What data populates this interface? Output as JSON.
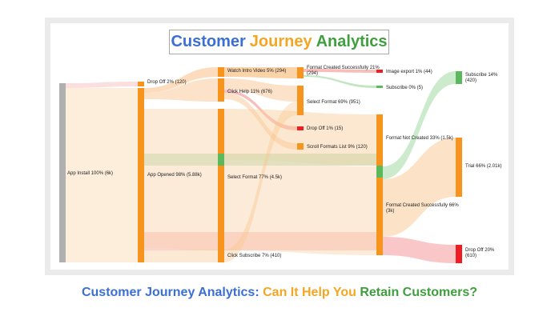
{
  "title": {
    "word1": "Customer",
    "word2": "Journey",
    "word3": "Analytics"
  },
  "subtitle": {
    "part1": "Customer Journey Analytics:",
    "part2": "Can It Help You",
    "part3": "Retain Customers?"
  },
  "colors": {
    "blue": "#3b6fd3",
    "orange": "#f4a623",
    "green": "#3f9f3d",
    "gray": "#b0b0b0",
    "red": "#ee1d23",
    "node_orange": "#f7941d",
    "node_green": "#5cb85c"
  },
  "chart_data": {
    "type": "sankey",
    "nodes": [
      {
        "id": "app_install",
        "label": "App Install 100% (6k)",
        "value": 6000,
        "column": 0
      },
      {
        "id": "drop_off_a",
        "label": "Drop Off 2% (120)",
        "value": 120,
        "column": 1
      },
      {
        "id": "app_opened",
        "label": "App Opened 98% (5.88k)",
        "value": 5880,
        "column": 1
      },
      {
        "id": "watch_intro",
        "label": "Watch Intro Video 5% (294)",
        "value": 294,
        "column": 2
      },
      {
        "id": "click_help",
        "label": "Click Help 11% (676)",
        "value": 676,
        "column": 2
      },
      {
        "id": "select_format_a",
        "label": "Select Format 77% (4.5k)",
        "value": 4500,
        "column": 2
      },
      {
        "id": "click_subscribe",
        "label": "Click Subscribe 7% (410)",
        "value": 410,
        "column": 2
      },
      {
        "id": "format_created_a",
        "label": "Format Created Successfully 21% (294)",
        "value": 294,
        "column": 3
      },
      {
        "id": "select_format_b",
        "label": "Select Format 69% (951)",
        "value": 951,
        "column": 3
      },
      {
        "id": "drop_off_b",
        "label": "Drop Off 1% (15)",
        "value": 15,
        "column": 3
      },
      {
        "id": "scroll_formats",
        "label": "Scroll Formats List 9% (120)",
        "value": 120,
        "column": 3
      },
      {
        "id": "image_export",
        "label": "Image export 1% (44)",
        "value": 44,
        "column": 4
      },
      {
        "id": "subscribe_a",
        "label": "Subscribe 0% (5)",
        "value": 5,
        "column": 4
      },
      {
        "id": "format_not_created",
        "label": "Format Not Created 33% (1.5k)",
        "value": 1500,
        "column": 4
      },
      {
        "id": "format_created_b",
        "label": "Format Created Successfully 66% (3k)",
        "value": 3000,
        "column": 4
      },
      {
        "id": "subscribe_b",
        "label": "Subscribe 14% (420)",
        "value": 420,
        "column": 5
      },
      {
        "id": "trial",
        "label": "Trial 66% (2.01k)",
        "value": 2010,
        "column": 5
      },
      {
        "id": "drop_off_c",
        "label": "Drop Off 20% (610)",
        "value": 610,
        "column": 5
      }
    ],
    "links": [
      {
        "source": "app_install",
        "target": "drop_off_a",
        "value": 120
      },
      {
        "source": "app_install",
        "target": "app_opened",
        "value": 5880
      },
      {
        "source": "app_opened",
        "target": "watch_intro",
        "value": 294
      },
      {
        "source": "app_opened",
        "target": "click_help",
        "value": 676
      },
      {
        "source": "app_opened",
        "target": "select_format_a",
        "value": 4500
      },
      {
        "source": "app_opened",
        "target": "click_subscribe",
        "value": 410
      },
      {
        "source": "watch_intro",
        "target": "format_created_a",
        "value": 294
      },
      {
        "source": "click_help",
        "target": "select_format_b",
        "value": 500
      },
      {
        "source": "click_help",
        "target": "drop_off_b",
        "value": 15
      },
      {
        "source": "click_help",
        "target": "scroll_formats",
        "value": 120
      },
      {
        "source": "select_format_a",
        "target": "format_not_created",
        "value": 1500
      },
      {
        "source": "select_format_a",
        "target": "format_created_b",
        "value": 3000
      },
      {
        "source": "click_subscribe",
        "target": "select_format_b",
        "value": 410
      },
      {
        "source": "format_created_a",
        "target": "image_export",
        "value": 44
      },
      {
        "source": "format_created_a",
        "target": "subscribe_a",
        "value": 5
      },
      {
        "source": "format_created_b",
        "target": "subscribe_b",
        "value": 420
      },
      {
        "source": "format_created_b",
        "target": "trial",
        "value": 2010
      },
      {
        "source": "format_created_b",
        "target": "drop_off_c",
        "value": 610
      }
    ]
  }
}
